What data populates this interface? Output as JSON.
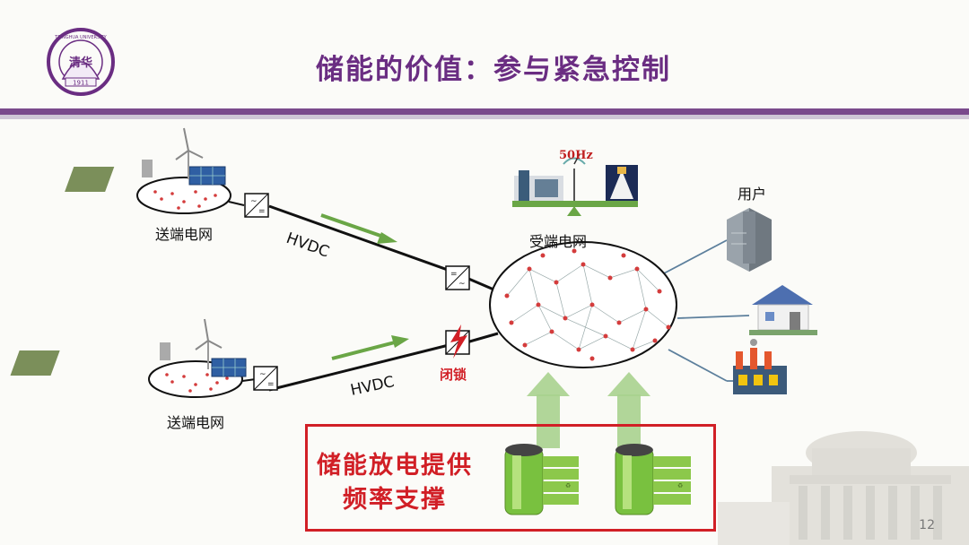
{
  "title": "储能的价值：参与紧急控制",
  "logo": {
    "text_top": "TSINGHUA UNIVERSITY",
    "year": "1911",
    "icon": "university-seal-icon"
  },
  "sender_top": {
    "label": "送端电网"
  },
  "sender_bottom": {
    "label": "送端电网"
  },
  "receiver": {
    "label": "受端电网"
  },
  "frequency": {
    "label": "50Hz"
  },
  "users": {
    "label": "用户"
  },
  "links": {
    "top": "HVDC",
    "bottom": "HVDC"
  },
  "block_label": "闭锁",
  "storage": {
    "line1": "储能放电提供",
    "line2": "频率支撑"
  },
  "page_number": "12",
  "colors": {
    "title": "#6a2d82",
    "accent_red": "#d11f26",
    "arrow_green": "#6aa646"
  }
}
